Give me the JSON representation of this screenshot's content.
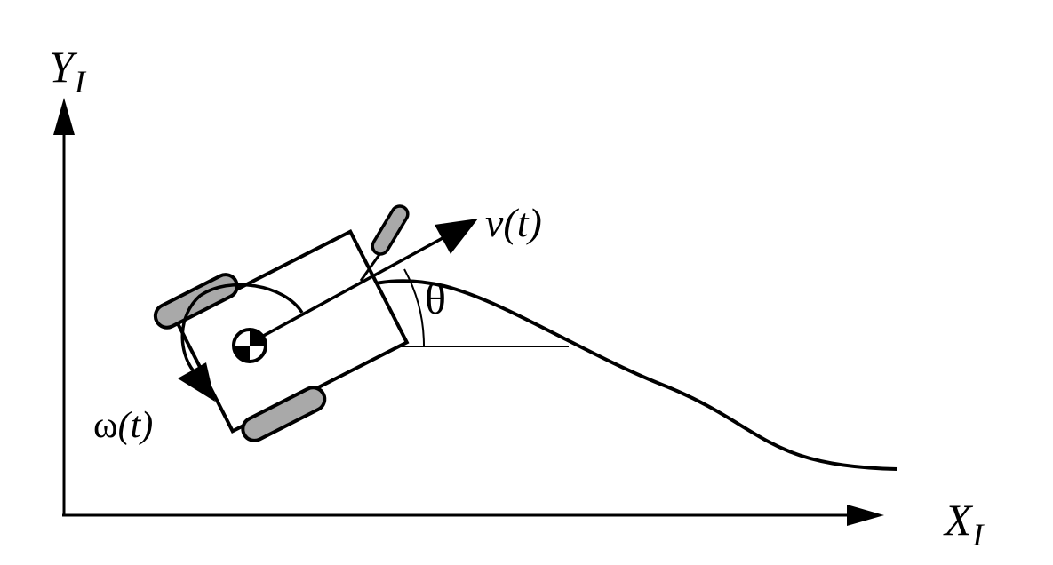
{
  "labels": {
    "y_axis": {
      "main": "Y",
      "sub": "I"
    },
    "x_axis": {
      "main": "X",
      "sub": "I"
    },
    "velocity": "v(t)",
    "angle": "θ",
    "angular_velocity": {
      "symbol": "ω",
      "arg": "(t)"
    }
  },
  "colors": {
    "stroke": "#000000",
    "wheel_fill": "#a9a9a9",
    "background": "#ffffff"
  }
}
